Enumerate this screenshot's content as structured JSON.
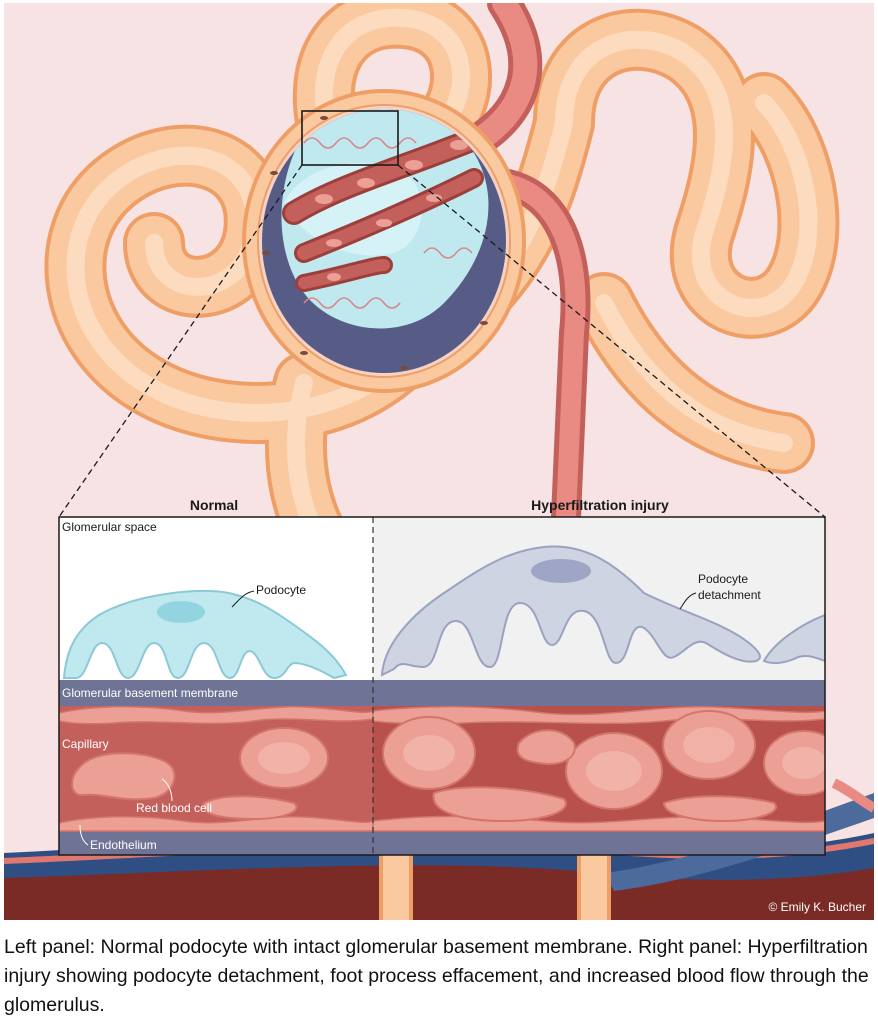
{
  "panels": {
    "left_title": "Normal",
    "right_title": "Hyperfiltration injury"
  },
  "labels": {
    "glomerular_space": "Glomerular space",
    "podocyte": "Podocyte",
    "podocyte_detachment_line1": "Podocyte",
    "podocyte_detachment_line2": "detachment",
    "gbm": "Glomerular basement membrane",
    "capillary": "Capillary",
    "red_blood_cell": "Red blood cell",
    "endothelium": "Endothelium"
  },
  "credit": "© Emily K. Bucher",
  "caption": "Left panel: Normal podocyte with intact glomerular basement membrane. Right panel: Hyperfiltration injury showing podocyte detachment, foot process effacement, and increased blood flow through the glomerulus.",
  "colors": {
    "background": "#f7e3e3",
    "tubule": "#fac9a0",
    "tubule_outline": "#ef9f66",
    "bowman_space": "#575c86",
    "podocyte": "#bfe9ef",
    "detached_podocyte": "#cfd4e2",
    "capillary": "#c4605c",
    "red_blood_cell": "#ec9f94",
    "basement_membrane": "#6f7395",
    "vein": "#4d6a9c",
    "tissue": "#7a2b26"
  }
}
